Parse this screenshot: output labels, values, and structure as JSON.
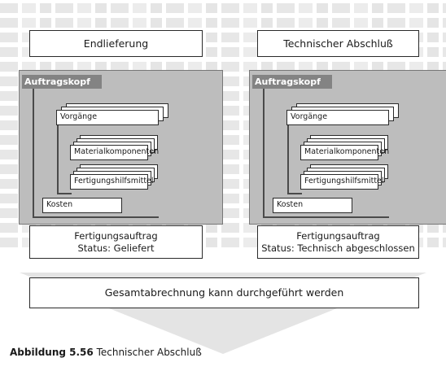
{
  "top_labels": [
    "Endlieferung",
    "Technischer Abschluß"
  ],
  "components": {
    "header": "Auftragskopf",
    "operations": "Vorgänge",
    "materials": "Materialkomponenten",
    "tools": "Fertigungshilfsmittel",
    "costs": "Kosten"
  },
  "status_boxes": [
    {
      "line1": "Fertigungsauftrag",
      "line2": "Status: Geliefert"
    },
    {
      "line1": "Fertigungsauftrag",
      "line2": "Status: Technisch abgeschlossen"
    }
  ],
  "settlement": "Gesamtabrechnung kann durchgeführt werden",
  "caption": {
    "number": "Abbildung 5.56",
    "text": "Technischer Abschluß"
  }
}
